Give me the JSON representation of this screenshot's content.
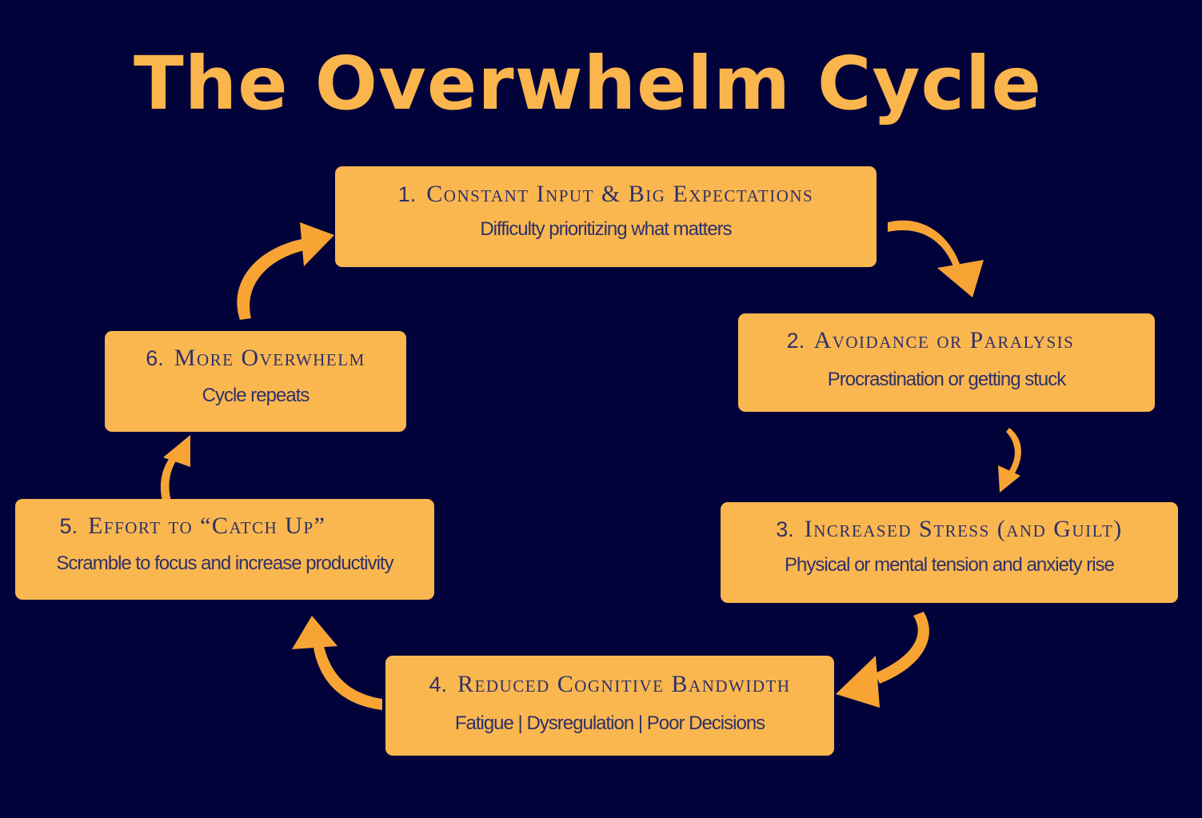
{
  "title": "The Overwhelm Cycle",
  "colors": {
    "background": "#02023a",
    "accent": "#fbb54d",
    "box_fill": "#fbb74f",
    "box_text": "#2e3169",
    "arrow": "#f7a434"
  },
  "steps": [
    {
      "number": "1.",
      "heading": "Constant Input & Big Expectations",
      "subtitle": "Difficulty prioritizing what matters"
    },
    {
      "number": "2.",
      "heading": "Avoidance or Paralysis",
      "subtitle": "Procrastination or getting stuck"
    },
    {
      "number": "3.",
      "heading": "Increased Stress (and Guilt)",
      "subtitle": "Physical or mental tension and anxiety rise"
    },
    {
      "number": "4.",
      "heading": "Reduced Cognitive Bandwidth",
      "subtitle": "Fatigue | Dysregulation | Poor Decisions"
    },
    {
      "number": "5.",
      "heading": "Effort to “Catch Up”",
      "subtitle": "Scramble to focus and increase productivity"
    },
    {
      "number": "6.",
      "heading": "More Overwhelm",
      "subtitle": "Cycle repeats"
    }
  ]
}
